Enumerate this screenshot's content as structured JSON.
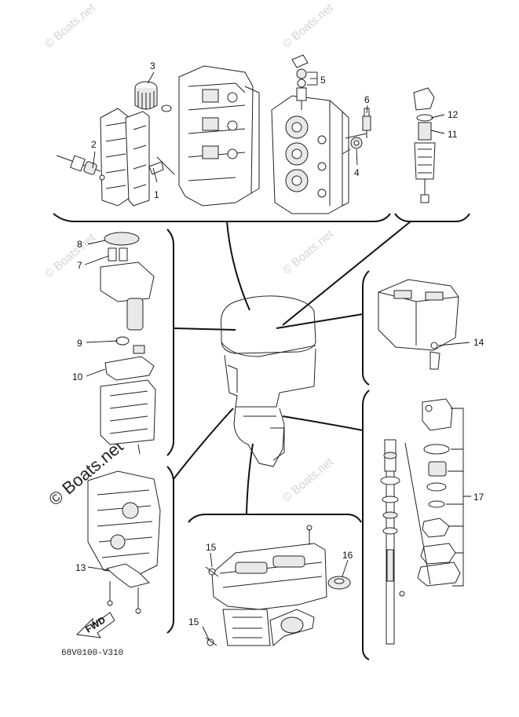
{
  "callouts": {
    "c1": "1",
    "c2": "2",
    "c3": "3",
    "c4": "4",
    "c5": "5",
    "c6": "6",
    "c7": "7",
    "c8": "8",
    "c9": "9",
    "c10": "10",
    "c11": "11",
    "c12": "12",
    "c13": "13",
    "c14": "14",
    "c15a": "15",
    "c15b": "15",
    "c16": "16",
    "c17": "17"
  },
  "watermark": {
    "small": "© Boats.net",
    "large": "© Boats.net"
  },
  "fwd_label": "FWD",
  "diagram_code": "68V0100-V310",
  "colors": {
    "line": "#111111",
    "watermark": "#d4d4d4",
    "shade": "#e9e9e9"
  }
}
